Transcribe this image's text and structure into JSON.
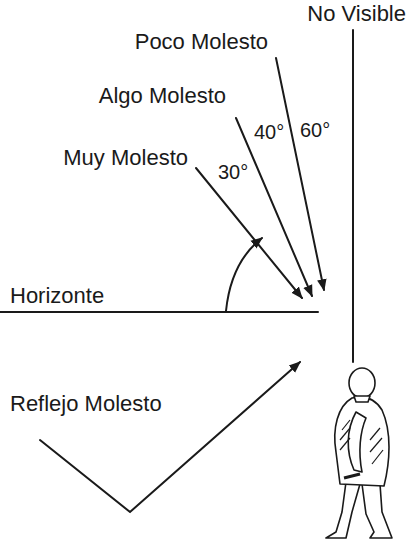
{
  "diagram": {
    "labels": [
      "No Visible",
      "Poco Molesto",
      "Algo Molesto",
      "Muy Molesto",
      "40°",
      "60°",
      "30°",
      "Horizonte",
      "Reflejo Molesto"
    ]
  }
}
